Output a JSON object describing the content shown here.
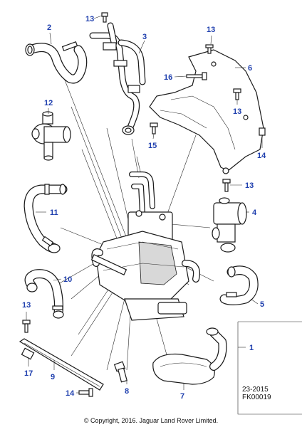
{
  "diagram": {
    "callouts": {
      "c1": "1",
      "c2": "2",
      "c3": "3",
      "c4": "4",
      "c5": "5",
      "c6": "6",
      "c7": "7",
      "c8": "8",
      "c9": "9",
      "c10": "10",
      "c11": "11",
      "c12": "12",
      "c13a": "13",
      "c13b": "13",
      "c13c": "13",
      "c13d": "13",
      "c13e": "13",
      "c14a": "14",
      "c14b": "14",
      "c15": "15",
      "c16": "16",
      "c17": "17"
    },
    "reference": {
      "line1": "23-2015",
      "line2": "FK00019"
    },
    "copyright": "© Copyright, 2016. Jaguar Land Rover Limited.",
    "callout_color": "#1f3fae"
  }
}
